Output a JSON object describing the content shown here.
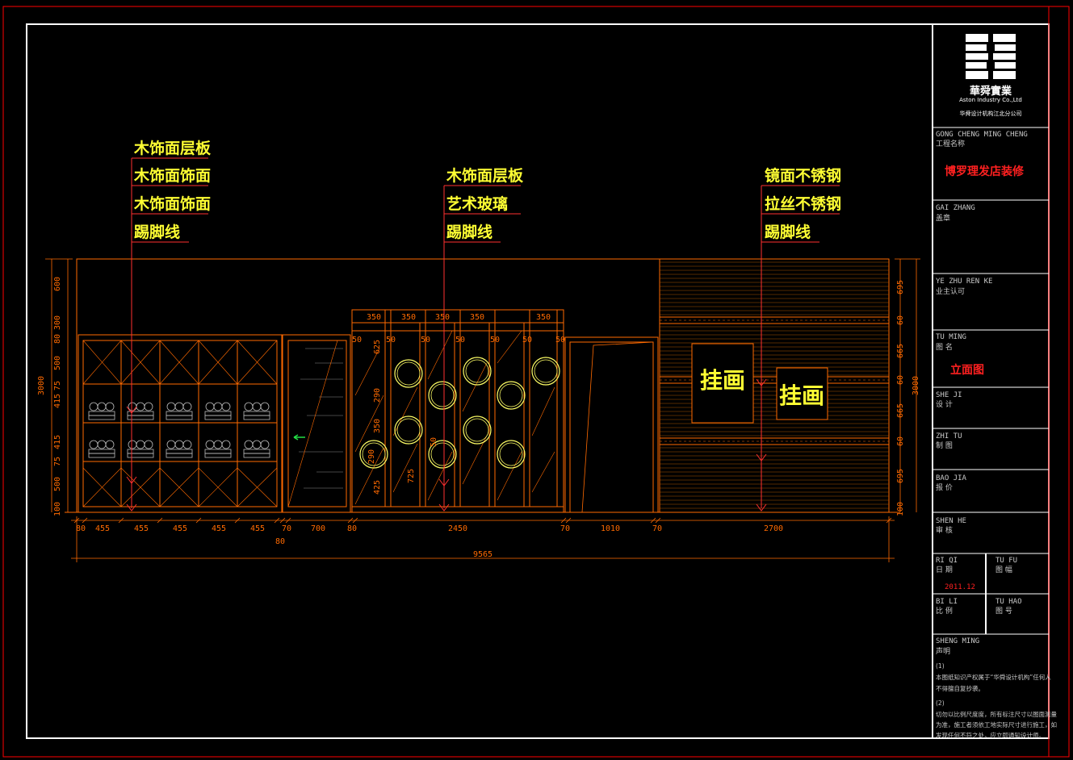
{
  "callouts": {
    "left": [
      "木饰面层板",
      "木饰面饰面",
      "木饰面饰面",
      "踢脚线"
    ],
    "middle": [
      "木饰面层板",
      "艺术玻璃",
      "踢脚线"
    ],
    "right": [
      "镜面不锈钢",
      "拉丝不锈钢",
      "踢脚线"
    ]
  },
  "paintings": [
    "挂画",
    "挂画"
  ],
  "dims": {
    "bottom": [
      "80",
      "455",
      "455",
      "455",
      "455",
      "455",
      "70",
      "700",
      "80",
      "2450",
      "70",
      "1010",
      "70",
      "2700"
    ],
    "bottom_sub": "80",
    "total": "9565",
    "left_height": "3000",
    "right_height": "3000",
    "left_vert": [
      "600",
      "300",
      "80",
      "500",
      "75",
      "415",
      "415",
      "75",
      "500",
      "100"
    ],
    "right_vert": [
      "695",
      "60",
      "665",
      "60",
      "665",
      "60",
      "695",
      "100"
    ],
    "top_shelf": [
      "350",
      "350",
      "350",
      "350",
      "350"
    ],
    "top_gaps": [
      "50",
      "50",
      "50",
      "50",
      "50",
      "50",
      "50"
    ],
    "mid_vert": [
      "625",
      "290",
      "350",
      "290",
      "425",
      "725",
      "50"
    ]
  },
  "title_block": {
    "company": "華舜實業",
    "company_en": "Aston Industry Co.,Ltd",
    "company_sub": "华舜设计机构江北分公司",
    "project_py": "GONG CHENG MING CHENG",
    "project_cn": "工程名称",
    "project_name": "博罗理发店装修",
    "seal_py": "GAI ZHANG",
    "seal_cn": "盖章",
    "owner_py": "YE ZHU REN KE",
    "owner_cn": "业主认可",
    "title_py": "TU MING",
    "title_cn": "图 名",
    "drawing_name": "立面图",
    "design_py": "SHE JI",
    "design_cn": "设 计",
    "draw_py": "ZHI TU",
    "draw_cn": "制 图",
    "quote_py": "BAO JIA",
    "quote_cn": "报 价",
    "review_py": "SHEN HE",
    "review_cn": "审 核",
    "date_py": "RI QI",
    "date_cn": "日 期",
    "date_val": "2011.12",
    "sheet_py": "TU FU",
    "sheet_cn": "图 幅",
    "scale_py": "BI LI",
    "scale_cn": "比 例",
    "no_py": "TU HAO",
    "no_cn": "图 号",
    "note_py": "SHENG MING",
    "note_cn": "声明",
    "note1_idx": "(1)",
    "note1_a": "本图纸知识产权属于“华舜设计机构”任何人",
    "note1_b": "不得擅自复抄袭。",
    "note2_idx": "(2)",
    "note2_a": "切勿以比例尺度度，所有标注尺寸以图面测量",
    "note2_b": "为准，施工者须依工地实际尺寸进行施工，如",
    "note2_c": "发现任何不符之处，应立即通知设计师。"
  },
  "colors": {
    "frame": "#ff0000",
    "line": "#ff6a00",
    "label": "#ffff33",
    "white": "#ffffff",
    "green": "#22dd44"
  }
}
